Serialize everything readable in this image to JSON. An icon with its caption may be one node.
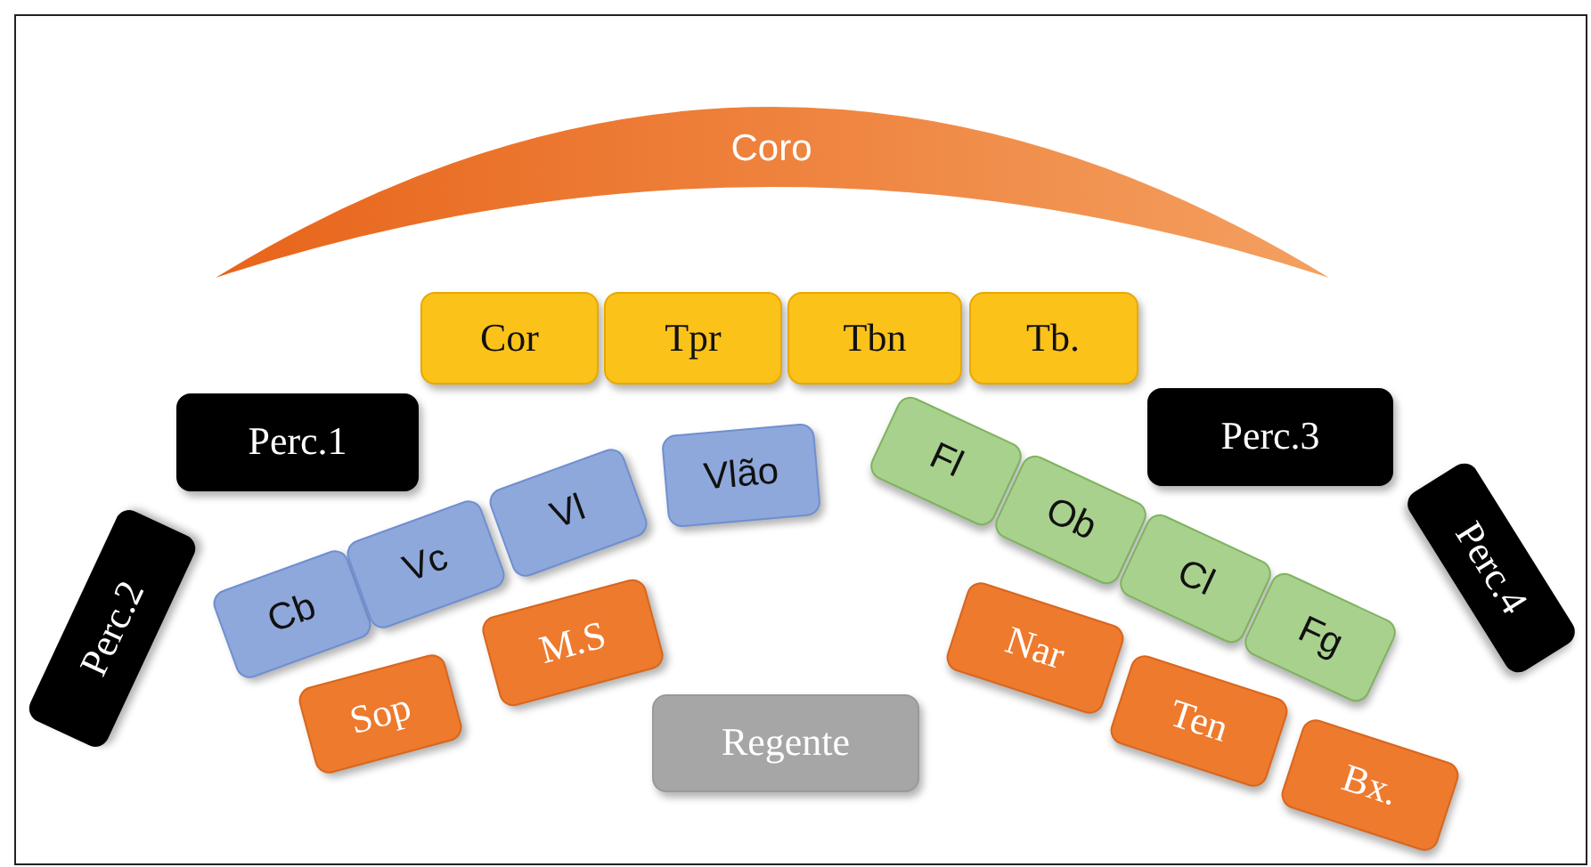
{
  "diagram": {
    "nodes": [
      {
        "text": [
          "Coro"
        ]
      },
      {
        "text": [
          "Cor"
        ]
      },
      {
        "text": [
          "Tpr"
        ]
      },
      {
        "text": [
          "Tbn"
        ]
      },
      {
        "text": [
          "Tb."
        ]
      },
      {
        "text": [
          "Perc.1"
        ]
      },
      {
        "text": [
          "Perc.2"
        ]
      },
      {
        "text": [
          "Cb"
        ]
      },
      {
        "text": [
          "Vc"
        ]
      },
      {
        "text": [
          "Vl"
        ]
      },
      {
        "text": [
          "Vlão"
        ]
      },
      {
        "text": [
          "Fl"
        ]
      },
      {
        "text": [
          "Ob"
        ]
      },
      {
        "text": [
          "Cl"
        ]
      },
      {
        "text": [
          "Fg"
        ]
      },
      {
        "text": [
          "Perc.3"
        ]
      },
      {
        "text": [
          "Perc.4"
        ]
      },
      {
        "text": [
          "Sop"
        ]
      },
      {
        "text": [
          "M.S"
        ]
      },
      {
        "text": [
          "Regente"
        ]
      },
      {
        "text": [
          "Nar"
        ]
      },
      {
        "text": [
          "Ten"
        ]
      },
      {
        "text": [
          "Bx."
        ]
      }
    ]
  }
}
